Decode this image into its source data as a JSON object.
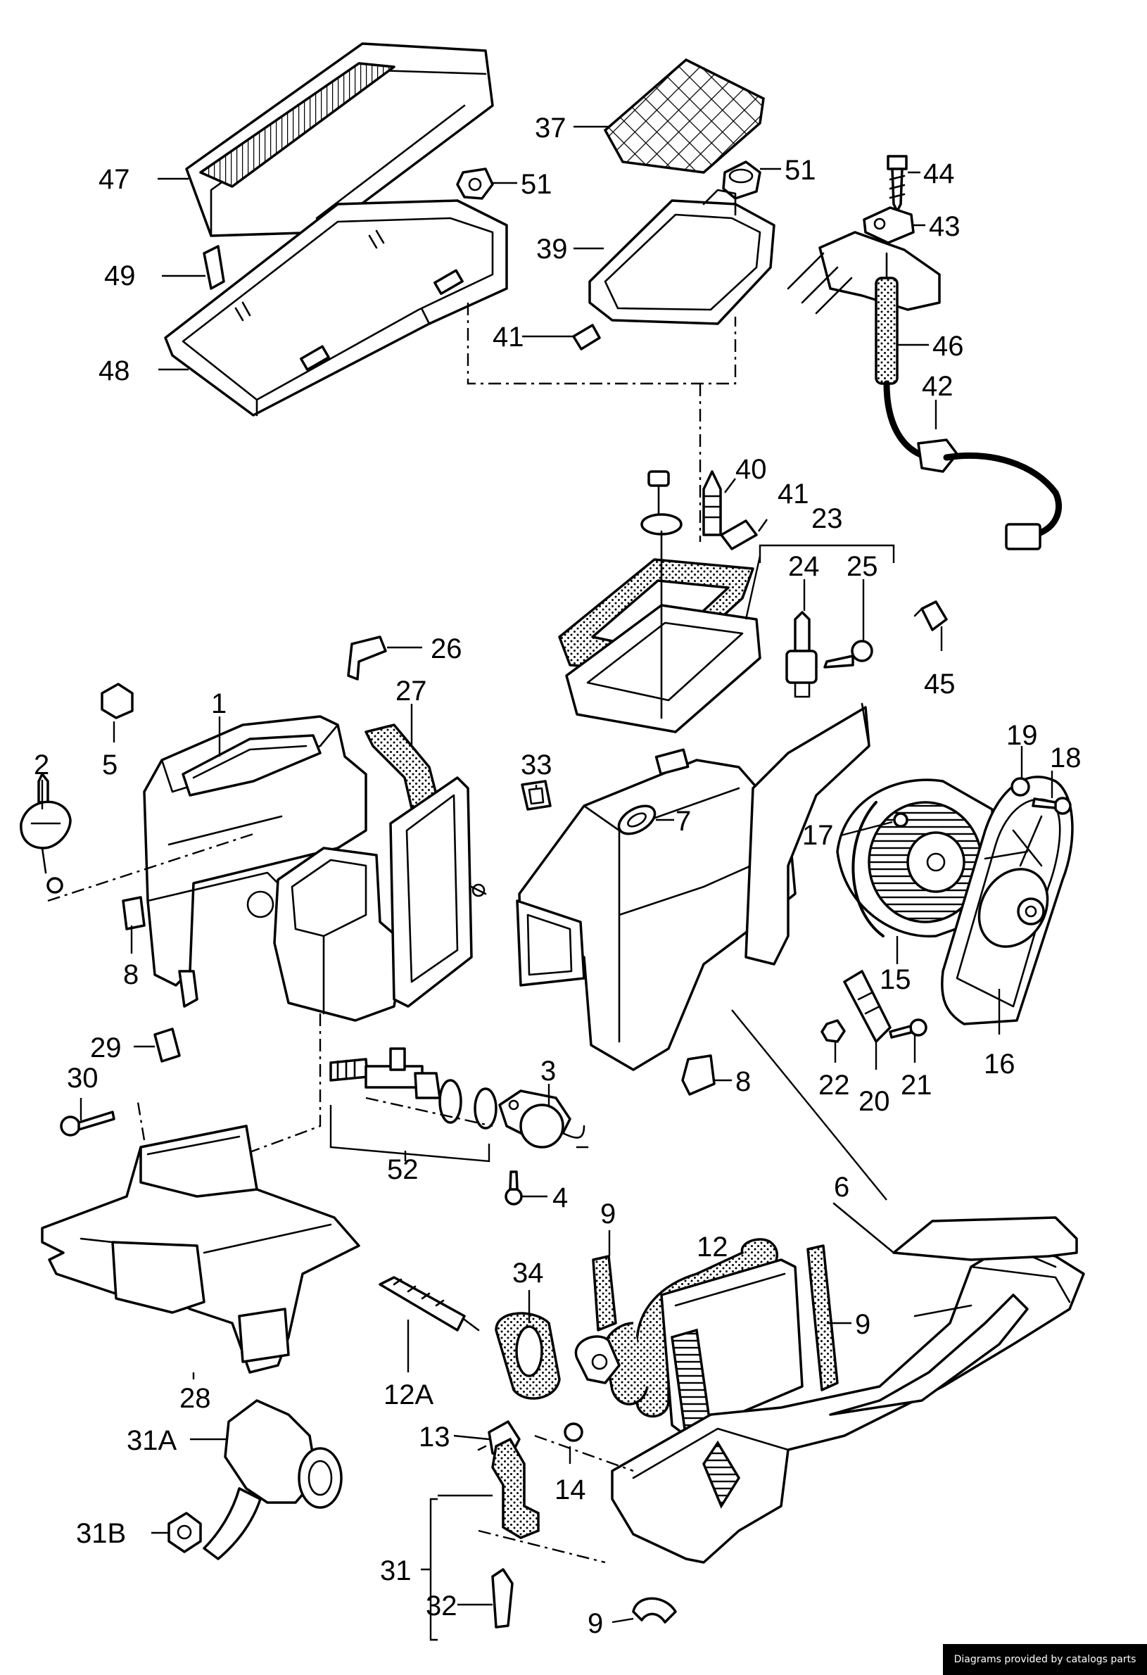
{
  "labels": {
    "l47": "47",
    "l51a": "51",
    "l49": "49",
    "l48": "48",
    "l37": "37",
    "l51b": "51",
    "l39": "39",
    "l41a": "41",
    "l44": "44",
    "l43": "43",
    "l46": "46",
    "l42": "42",
    "l40": "40",
    "l41b": "41",
    "l23": "23",
    "l24": "24",
    "l25": "25",
    "l45": "45",
    "l26": "26",
    "l27": "27",
    "l1": "1",
    "l2": "2",
    "l5": "5",
    "l8a": "8",
    "l33": "33",
    "l7": "7",
    "l17": "17",
    "l19": "19",
    "l18": "18",
    "l15": "15",
    "l16": "16",
    "l22": "22",
    "l20": "20",
    "l21": "21",
    "l29": "29",
    "l30": "30",
    "l3": "3",
    "l52": "52",
    "l4": "4",
    "l8b": "8",
    "l6": "6",
    "l9a": "9",
    "l12": "12",
    "l34": "34",
    "l9b": "9",
    "l28": "28",
    "l12A": "12A",
    "l13": "13",
    "l14": "14",
    "l31A": "31A",
    "l31B": "31B",
    "l31": "31",
    "l32": "32",
    "l9c": "9"
  },
  "credit": "Diagrams provided by catalogs parts"
}
